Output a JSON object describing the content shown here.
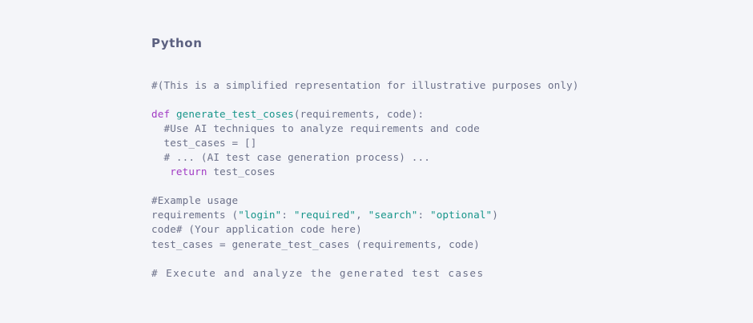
{
  "theme": {
    "background": "#f4f5f9",
    "text": "#6b7089",
    "heading": "#5b6080",
    "keyword": "#a13bc4",
    "function": "#17958a",
    "string": "#17958a",
    "comment": "#6b7089"
  },
  "snippet": {
    "language_label": "Python",
    "lines": [
      {
        "id": "line-1-comment-header",
        "type": "comment",
        "text": "#(This is a simplified representation for illustrative purposes only)"
      },
      {
        "id": "line-2-blank",
        "type": "blank",
        "text": ""
      },
      {
        "id": "line-3-def",
        "type": "code",
        "text": "def generate_test_coses(requirements, code):",
        "tokens": [
          {
            "kind": "keyword",
            "text": "def"
          },
          {
            "kind": "plain",
            "text": " "
          },
          {
            "kind": "func",
            "text": "generate_test_coses"
          },
          {
            "kind": "plain",
            "text": "(requirements, code):"
          }
        ]
      },
      {
        "id": "line-4-comment-use-ai",
        "type": "comment",
        "text": "  #Use AI techniques to analyze requirements and code"
      },
      {
        "id": "line-5-testcases-init",
        "type": "code",
        "text": "  test_cases = []",
        "tokens": [
          {
            "kind": "plain",
            "text": "  test_cases = []"
          }
        ]
      },
      {
        "id": "line-6-comment-generation",
        "type": "comment",
        "text": "  # ... (AI test case generation process) ..."
      },
      {
        "id": "line-7-return",
        "type": "code",
        "text": "   return test_coses",
        "tokens": [
          {
            "kind": "plain",
            "text": "   "
          },
          {
            "kind": "keyword",
            "text": "return"
          },
          {
            "kind": "plain",
            "text": " test_coses"
          }
        ]
      },
      {
        "id": "line-8-blank",
        "type": "blank",
        "text": ""
      },
      {
        "id": "line-9-comment-example",
        "type": "comment",
        "text": "#Example usage"
      },
      {
        "id": "line-10-requirements",
        "type": "code",
        "text": "requirements (\"login\": \"required\", \"search\": \"optional\")",
        "tokens": [
          {
            "kind": "plain",
            "text": "requirements ("
          },
          {
            "kind": "string",
            "text": "\"login\""
          },
          {
            "kind": "plain",
            "text": ": "
          },
          {
            "kind": "string",
            "text": "\"required\""
          },
          {
            "kind": "plain",
            "text": ", "
          },
          {
            "kind": "string",
            "text": "\"search\""
          },
          {
            "kind": "plain",
            "text": ": "
          },
          {
            "kind": "string",
            "text": "\"optional\""
          },
          {
            "kind": "plain",
            "text": ")"
          }
        ]
      },
      {
        "id": "line-11-code-comment",
        "type": "comment",
        "text": "code# (Your application code here)"
      },
      {
        "id": "line-12-call",
        "type": "code",
        "text": "test_cases = generate_test_cases (requirements, code)",
        "tokens": [
          {
            "kind": "plain",
            "text": "test_cases = generate_test_cases (requirements, code)"
          }
        ]
      },
      {
        "id": "line-13-blank",
        "type": "blank",
        "text": ""
      },
      {
        "id": "line-14-comment-execute",
        "type": "comment",
        "text": "# Execute and analyze the generated test cases",
        "spaced": true
      }
    ]
  }
}
